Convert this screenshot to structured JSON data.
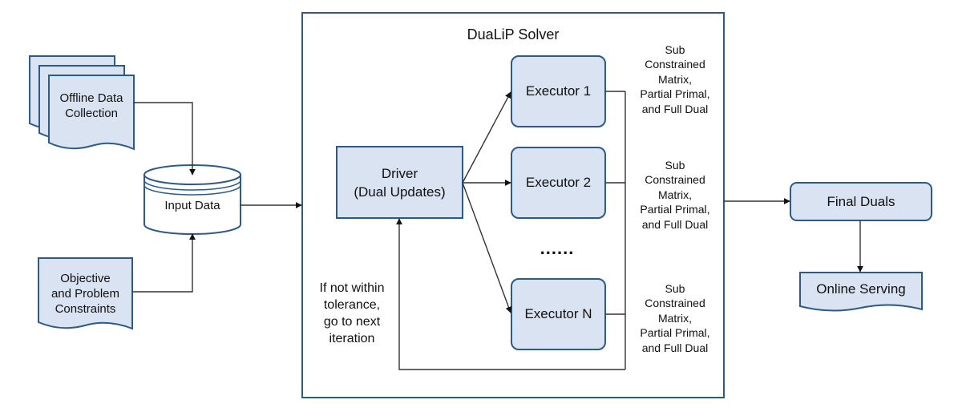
{
  "solver": {
    "title": "DuaLiP Solver"
  },
  "inputs": {
    "offline_data": "Offline Data\nCollection",
    "input_data": "Input Data",
    "objective": "Objective\nand Problem\nConstraints"
  },
  "driver": {
    "label": "Driver\n(Dual Updates)"
  },
  "executors": [
    {
      "label": "Executor 1"
    },
    {
      "label": "Executor 2"
    },
    {
      "label": "Executor N"
    }
  ],
  "ellipsis": "......",
  "sub_notes": [
    "Sub\nConstrained\nMatrix,\nPartial Primal,\nand Full Dual",
    "Sub\nConstrained\nMatrix,\nPartial Primal,\nand Full Dual",
    "Sub\nConstrained\nMatrix,\nPartial Primal,\nand Full Dual"
  ],
  "loop_note": "If not within\ntolerance,\ngo to next\niteration",
  "outputs": {
    "final_duals": "Final Duals",
    "online_serving": "Online Serving"
  },
  "colors": {
    "node_fill": "#d9e3f1",
    "node_stroke": "#2c5a8c",
    "line": "#333333",
    "text": "#111111"
  }
}
